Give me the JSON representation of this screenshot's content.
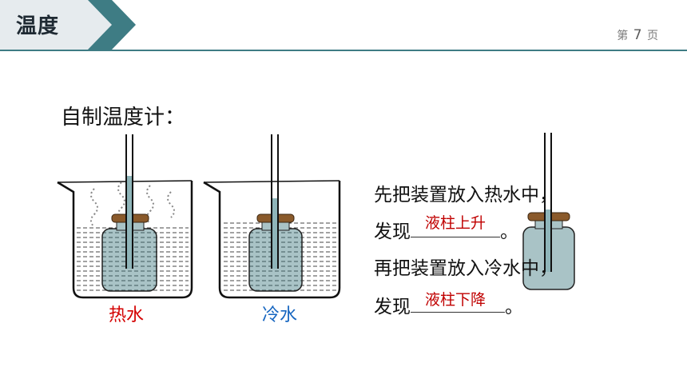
{
  "header": {
    "title": "温度",
    "page_prefix": "第",
    "page_number": "7",
    "page_suffix": "页",
    "accent_color": "#3e7c84"
  },
  "slide": {
    "heading": "自制温度计："
  },
  "beakers": [
    {
      "label": "热水",
      "label_color": "#d40000"
    },
    {
      "label": "冷水",
      "label_color": "#1565c0"
    }
  ],
  "text": {
    "line1": "先把装置放入热水中，",
    "line2_prefix": "发现",
    "line2_suffix": "。",
    "answer1": "液柱上升",
    "line3": "再把装置放入冷水中，",
    "line4_prefix": "发现",
    "line4_suffix": "。",
    "answer2": "液柱下降"
  }
}
